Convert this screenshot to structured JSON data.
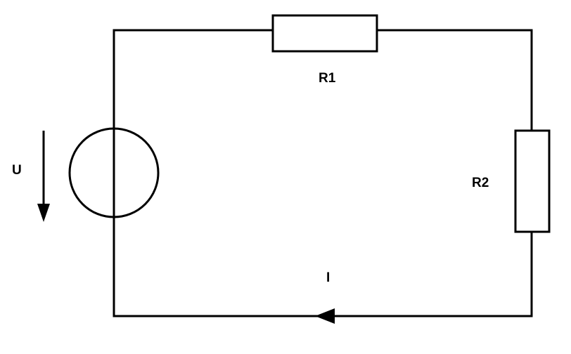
{
  "diagram": {
    "labels": {
      "voltage": "U",
      "resistor_1": "R1",
      "resistor_2": "R2",
      "current": "I"
    },
    "colors": {
      "stroke": "#000000",
      "background": "#ffffff"
    }
  }
}
